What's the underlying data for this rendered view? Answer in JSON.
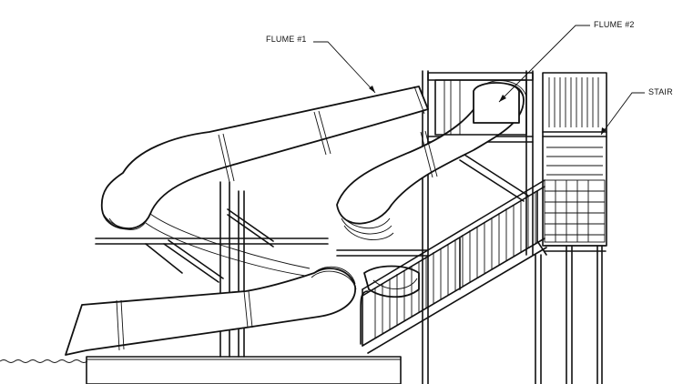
{
  "labels": {
    "flume1": "FLUME #1",
    "flume2": "FLUME #2",
    "stair": "STAIR"
  }
}
